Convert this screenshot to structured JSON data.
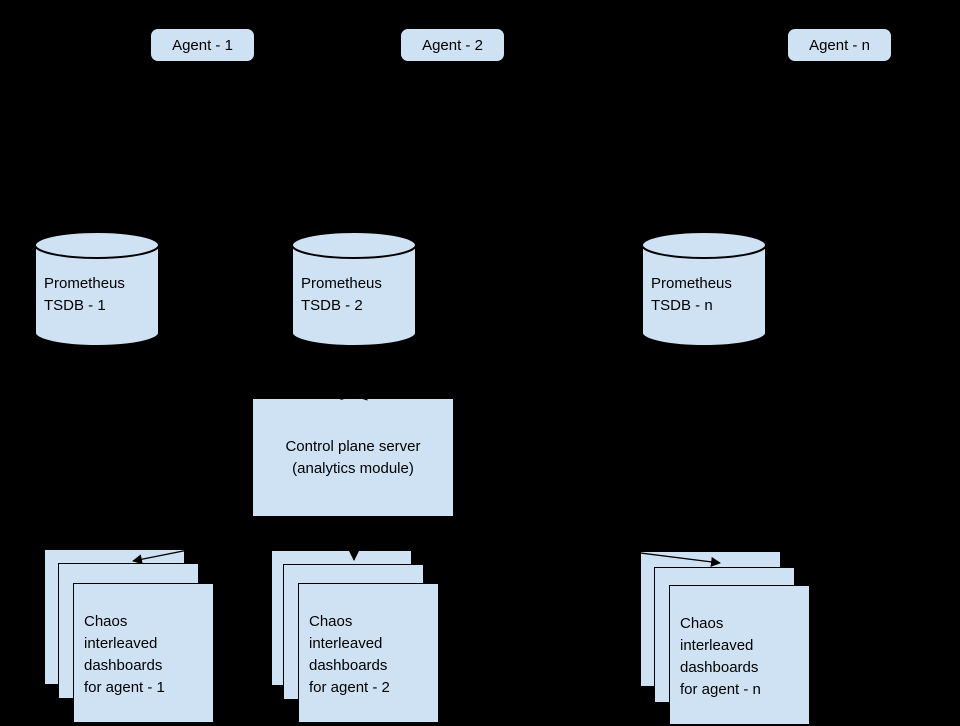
{
  "colors": {
    "background": "#000000",
    "shape_fill": "#cfe2f3",
    "line": "#000000",
    "text": "#000000"
  },
  "agents": [
    {
      "label": "Agent - 1"
    },
    {
      "label": "Agent - 2"
    },
    {
      "label": "Agent - n"
    }
  ],
  "tsdbs": [
    {
      "lines": [
        "Prometheus",
        "TSDB - 1"
      ]
    },
    {
      "lines": [
        "Prometheus",
        "TSDB - 2"
      ]
    },
    {
      "lines": [
        "Prometheus",
        "TSDB - n"
      ]
    }
  ],
  "control_plane": {
    "lines": [
      "Control plane server",
      "(analytics module)"
    ]
  },
  "dashboard_stacks": [
    {
      "lines": [
        "Chaos",
        "interleaved",
        "dashboards",
        "for agent - 1"
      ]
    },
    {
      "lines": [
        "Chaos",
        "interleaved",
        "dashboards",
        "for agent - 2"
      ]
    },
    {
      "lines": [
        "Chaos",
        "interleaved",
        "dashboards",
        "for agent - n"
      ]
    }
  ]
}
